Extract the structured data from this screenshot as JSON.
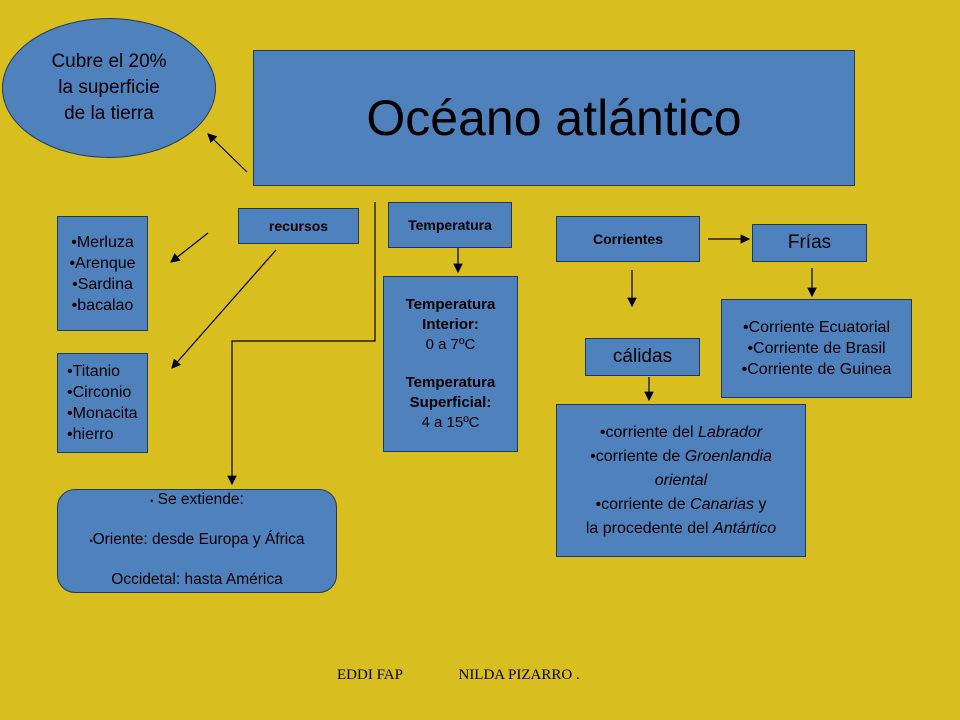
{
  "title": "Océano atlántico",
  "ellipse_lines": [
    "Cubre el 20%",
    "la superficie",
    "de la tierra"
  ],
  "recursos_label": "recursos",
  "fish": [
    "Merluza",
    "Arenque",
    "Sardina",
    "bacalao"
  ],
  "minerals": [
    "Titanio",
    "Circonio",
    "Monacita",
    "hierro"
  ],
  "extends": {
    "heading": "Se extiende:",
    "east": "Oriente: desde Europa y  África",
    "west": "Occidetal: hasta América"
  },
  "temperatura": {
    "label": "Temperatura",
    "interior_label_1": "Temperatura",
    "interior_label_2": "Interior:",
    "interior_value": "0 a 7ºC",
    "surface_label_1": "Temperatura",
    "surface_label_2": "Superficial:",
    "surface_value": "4 a 15ºC"
  },
  "corrientes_label": "Corrientes",
  "frias": {
    "label": "Frías",
    "items": [
      "Corriente Ecuatorial",
      "Corriente de Brasil",
      "Corriente de Guinea"
    ]
  },
  "calidas": {
    "label": "cálidas",
    "line1_prefix": "corriente del ",
    "line1_italic": "Labrador",
    "line2_prefix": "corriente de ",
    "line2_italic": "Groenlandia",
    "line3_italic": "oriental",
    "line4_prefix": "corriente de ",
    "line4_italic": "Canarias",
    "line4_suffix": " y",
    "line5_prefix": "la procedente del ",
    "line5_italic": "Antártico"
  },
  "footer": {
    "left": "EDDI FAP",
    "right": "NILDA PIZARRO ."
  }
}
